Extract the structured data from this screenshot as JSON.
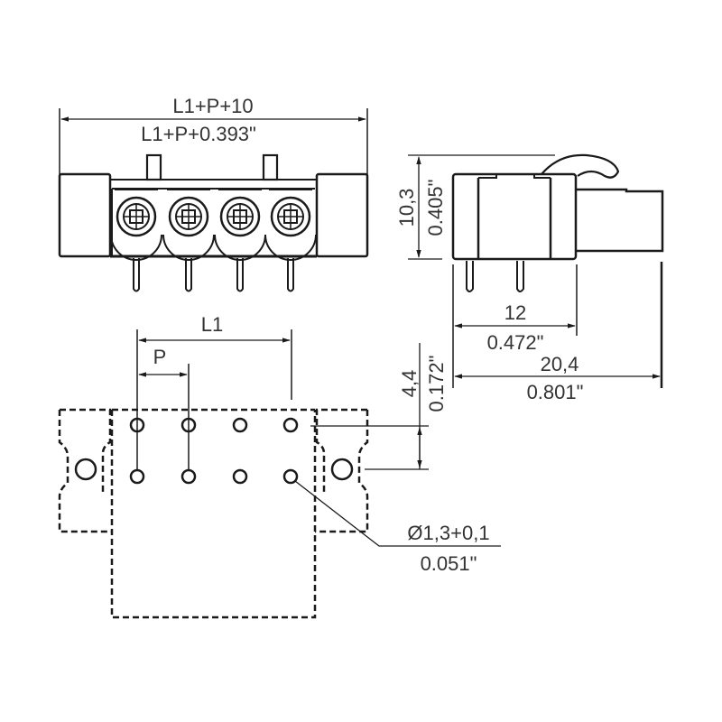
{
  "diagram": {
    "type": "technical-drawing",
    "subject": "PCB terminal block connector, 4 poles, front / side / footprint views",
    "line_color": "#1a1a1a",
    "text_color": "#333333",
    "pole_count": 4
  },
  "front_view": {
    "width_dim_metric": "L1+P+10",
    "width_dim_inch": "L1+P+0.393\""
  },
  "side_view": {
    "height_dim_metric": "10,3",
    "height_dim_inch": "0.405\"",
    "pin_span_metric": "12",
    "pin_span_inch": "0.472\"",
    "depth_metric": "20,4",
    "depth_inch": "0.801\""
  },
  "footprint": {
    "l1_label": "L1",
    "pitch_label": "P",
    "row_offset_metric": "4,4",
    "row_offset_inch": "0.172\"",
    "hole_dia_metric": "Ø1,3+0,1",
    "hole_dia_inch": "0.051\""
  }
}
